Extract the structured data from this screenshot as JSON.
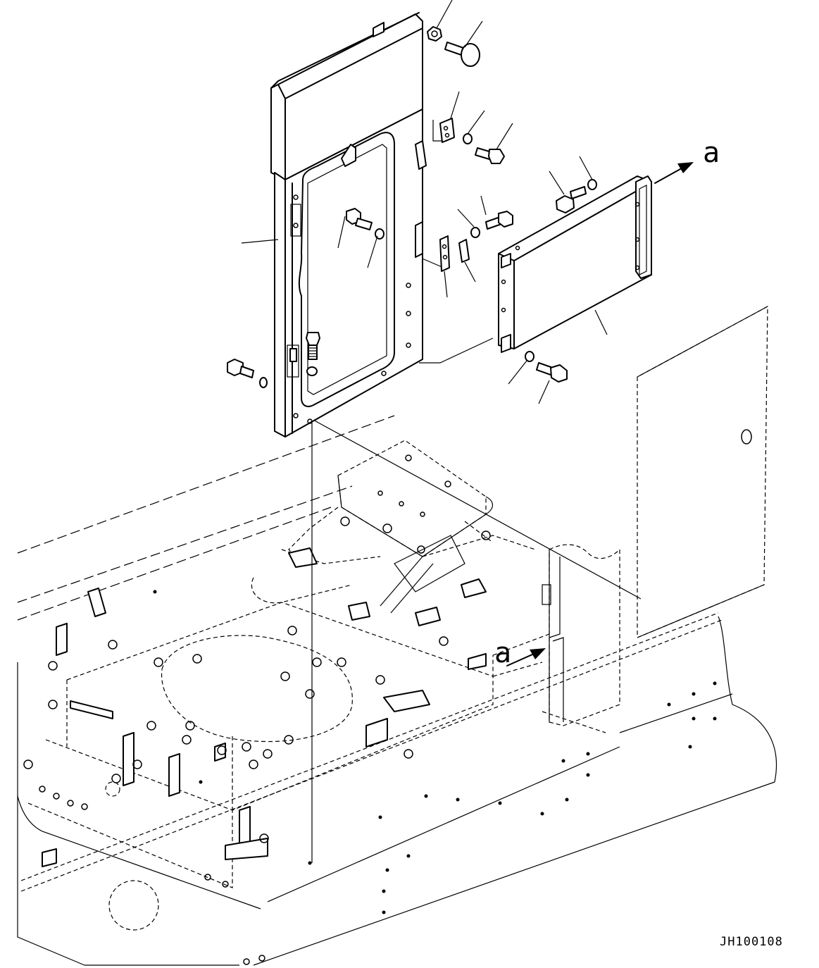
{
  "diagram": {
    "view_arrow_label_top": "a",
    "view_arrow_label_bottom": "a",
    "drawing_code": "JH100108"
  }
}
